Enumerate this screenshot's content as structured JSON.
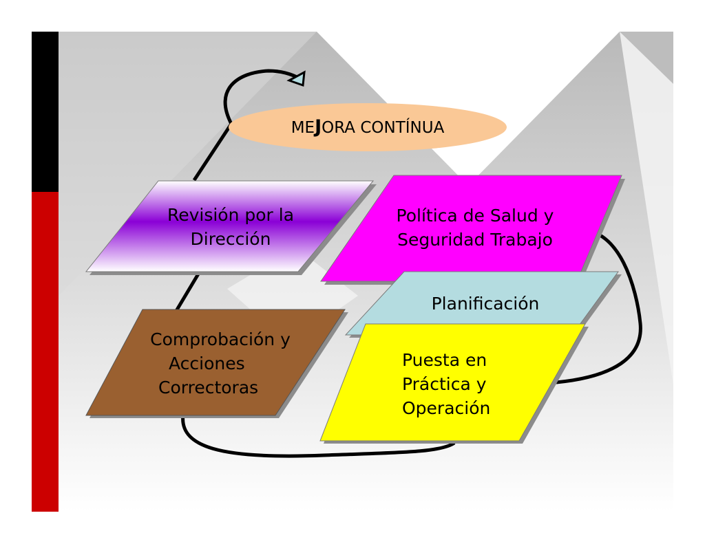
{
  "slide": {
    "colors": {
      "background_gray": "#c8c8c8",
      "bar_black": "#000000",
      "bar_red": "#cc0000",
      "ellipse": "#fac896",
      "revision_purple": "#8a00d6",
      "politica_magenta": "#ff00ff",
      "planificacion_lightblue": "#b4dce0",
      "comprobacion_brown": "#9a6030",
      "puesta_yellow": "#ffff00"
    }
  },
  "diagram": {
    "mejora": {
      "pre": "ME",
      "j": "J",
      "post": "ORA CONTÍNUA"
    },
    "revision": {
      "line1": "Revisión por la",
      "line2": "Dirección"
    },
    "politica": {
      "line1": "Política de Salud y",
      "line2": "Seguridad Trabajo"
    },
    "planificacion": {
      "line1": "Planificación"
    },
    "comprobacion": {
      "line1": "Comprobación y",
      "line2": "Acciones",
      "line3": "Correctoras"
    },
    "puesta": {
      "line1": "Puesta en",
      "line2": "Práctica y",
      "line3": "Operación"
    }
  }
}
